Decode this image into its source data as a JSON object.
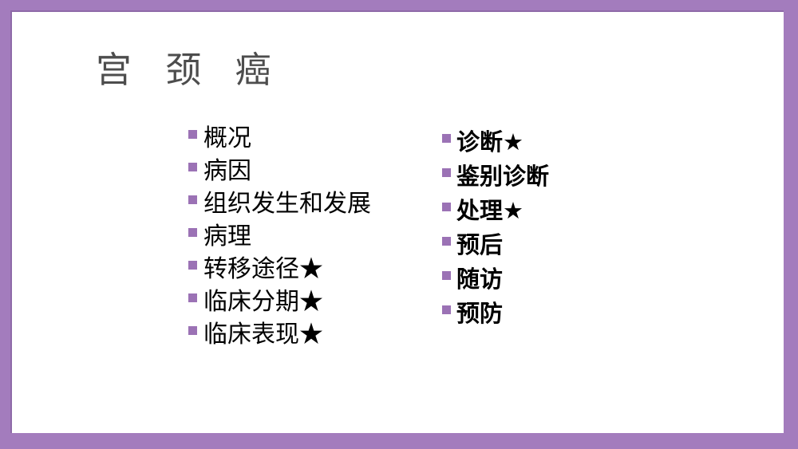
{
  "slide": {
    "title": "宫 颈 癌",
    "background_color": "#ffffff",
    "frame_color": "#a37cbd",
    "frame_shadow_color": "#8e6aa8",
    "bullet_color": "#9b72b5",
    "title_color": "#4d4d4d",
    "text_color": "#000000"
  },
  "outline": {
    "left_column": [
      {
        "label": "概况"
      },
      {
        "label": "病因"
      },
      {
        "label": "组织发生和发展"
      },
      {
        "label": "病理"
      },
      {
        "label": "转移途径★"
      },
      {
        "label": "临床分期★"
      },
      {
        "label": "临床表现★"
      }
    ],
    "right_column": [
      {
        "label": "诊断★"
      },
      {
        "label": "鉴别诊断"
      },
      {
        "label": "处理★"
      },
      {
        "label": "预后"
      },
      {
        "label": "随访"
      },
      {
        "label": "预防"
      }
    ]
  }
}
